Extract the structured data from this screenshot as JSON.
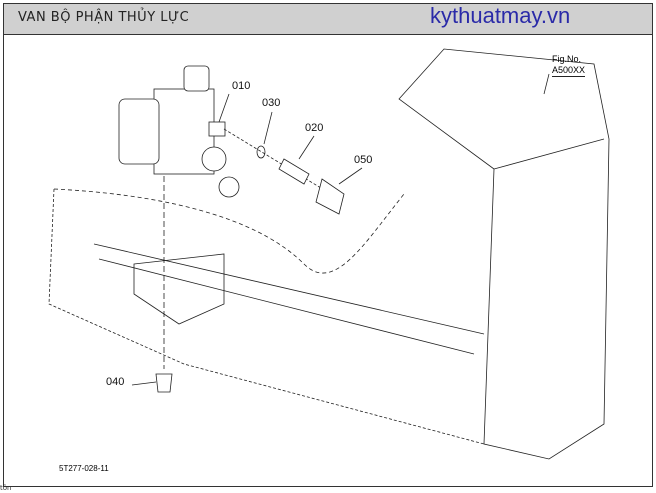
{
  "header": {
    "title": "VAN BỘ PHẬN THỦY LỰC",
    "watermark": "kythuatmay.vn"
  },
  "figure": {
    "fig_label": "Fig.No.",
    "fig_number": "A500XX",
    "drawing_code": "5T277-028-11"
  },
  "parts": [
    {
      "id": "010"
    },
    {
      "id": "030"
    },
    {
      "id": "020"
    },
    {
      "id": "050"
    },
    {
      "id": "040"
    }
  ],
  "footer": {
    "text": "tôn"
  }
}
